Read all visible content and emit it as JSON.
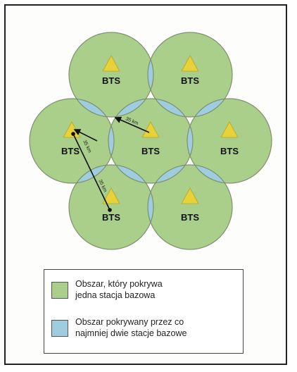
{
  "stations": [
    {
      "label": "BTS"
    },
    {
      "label": "BTS"
    },
    {
      "label": "BTS"
    },
    {
      "label": "BTS"
    },
    {
      "label": "BTS"
    },
    {
      "label": "BTS"
    },
    {
      "label": "BTS"
    }
  ],
  "distances": [
    "35 km",
    "35 km",
    "35 km"
  ],
  "colors": {
    "single_coverage": "#a9cf8a",
    "overlap": "#9fcde0",
    "marker": "#e8d23a",
    "circle_stroke": "#7f8f6f"
  },
  "legend": {
    "single": {
      "line1": "Obszar, który pokrywa",
      "line2": "jedna stacja bazowa"
    },
    "overlap": {
      "line1": "Obszar pokrywany przez co",
      "line2": "najmniej dwie stacje bazowe"
    }
  }
}
